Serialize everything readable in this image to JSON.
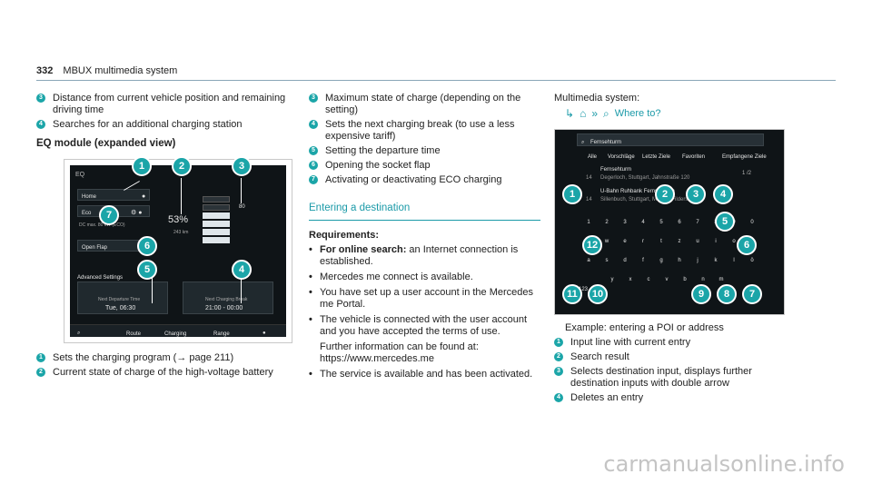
{
  "header": {
    "page_number": "332",
    "title": "MBUX multimedia system"
  },
  "col1": {
    "items": [
      {
        "num": "3",
        "text": "Distance from current vehicle position and remaining driving time"
      },
      {
        "num": "4",
        "text": "Searches for an additional charging station"
      }
    ],
    "section_title": "EQ module (expanded view)",
    "figure": {
      "home": "Home",
      "eco": "Eco",
      "dc_max": "DC max. 80 kW (ECO)",
      "percent": "53%",
      "range": "243 km",
      "dist_top": "80",
      "open_flap": "Open Flap",
      "advanced_settings": "Advanced Settings",
      "next_departure_label": "Next Departure Time",
      "next_departure_value": "Tue, 06:30",
      "next_break_label": "Next Charging Break",
      "next_break_value": "21:00 - 00:00",
      "tabs": [
        "Route",
        "Charging",
        "Range"
      ],
      "callouts": [
        "1",
        "2",
        "3",
        "7",
        "6",
        "5",
        "4"
      ]
    },
    "legend": [
      {
        "num": "1",
        "text": "Sets the charging program (→ page 211)"
      },
      {
        "num": "2",
        "text": "Current state of charge of the high-voltage battery"
      }
    ]
  },
  "col2": {
    "items": [
      {
        "num": "3",
        "text": "Maximum state of charge (depending on the setting)"
      },
      {
        "num": "4",
        "text": "Sets the next charging break (to use a less expensive tariff)"
      },
      {
        "num": "5",
        "text": "Setting the departure time"
      },
      {
        "num": "6",
        "text": "Opening the socket flap"
      },
      {
        "num": "7",
        "text": "Activating or deactivating ECO charging"
      }
    ],
    "section_title": "Entering a destination",
    "req_title": "Requirements:",
    "bullets": [
      {
        "bold": "For online search:",
        "text": " an Internet connection is established."
      },
      {
        "bold": "",
        "text": "Mercedes me connect is available."
      },
      {
        "bold": "",
        "text": "You have set up a user account in the Mercedes me Portal."
      },
      {
        "bold": "",
        "text": "The vehicle is connected with the user account and you have accepted the terms of use."
      }
    ],
    "further": "Further information can be found at: https://www.mercedes.me",
    "last_bullet": "The service is available and has been activated."
  },
  "col3": {
    "label": "Multimedia system:",
    "path_item": "Where to?",
    "figure": {
      "input": "Fernsehturm",
      "tabs": [
        "Alle",
        "Vorschläge",
        "Letzte Ziele",
        "Favoriten",
        "Empfangene Ziele"
      ],
      "result1_title": "Fernsehturm",
      "result1_sub": "Degerloch, Stuttgart, Jahnstraße 120",
      "result1_dist": "14",
      "result2_title": "U-Bahn Ruhbank Fernsehturm",
      "result2_sub": "Sillenbuch, Stuttgart, Mittlere Filderstraße",
      "result2_dist": "14",
      "page": "1 /2",
      "key_rows": [
        [
          "1",
          "2",
          "3",
          "4",
          "5",
          "6",
          "7",
          "8",
          "9",
          "0"
        ],
        [
          "q",
          "w",
          "e",
          "r",
          "t",
          "z",
          "u",
          "i",
          "o",
          "p"
        ],
        [
          "a",
          "s",
          "d",
          "f",
          "g",
          "h",
          "j",
          "k",
          "l",
          "ö"
        ],
        [
          "y",
          "x",
          "c",
          "v",
          "b",
          "n",
          "m"
        ]
      ],
      "mode_key": "123",
      "ok_key": "OK",
      "callouts": [
        "1",
        "2",
        "3",
        "4",
        "5",
        "12",
        "6",
        "11",
        "10",
        "9",
        "8",
        "7"
      ]
    },
    "caption": "Example: entering a POI or address",
    "legend": [
      {
        "num": "1",
        "text": "Input line with current entry"
      },
      {
        "num": "2",
        "text": "Search result"
      },
      {
        "num": "3",
        "text": "Selects destination input, displays further destination inputs with double arrow"
      },
      {
        "num": "4",
        "text": "Deletes an entry"
      }
    ]
  },
  "watermark": "carmanualsonline.info"
}
